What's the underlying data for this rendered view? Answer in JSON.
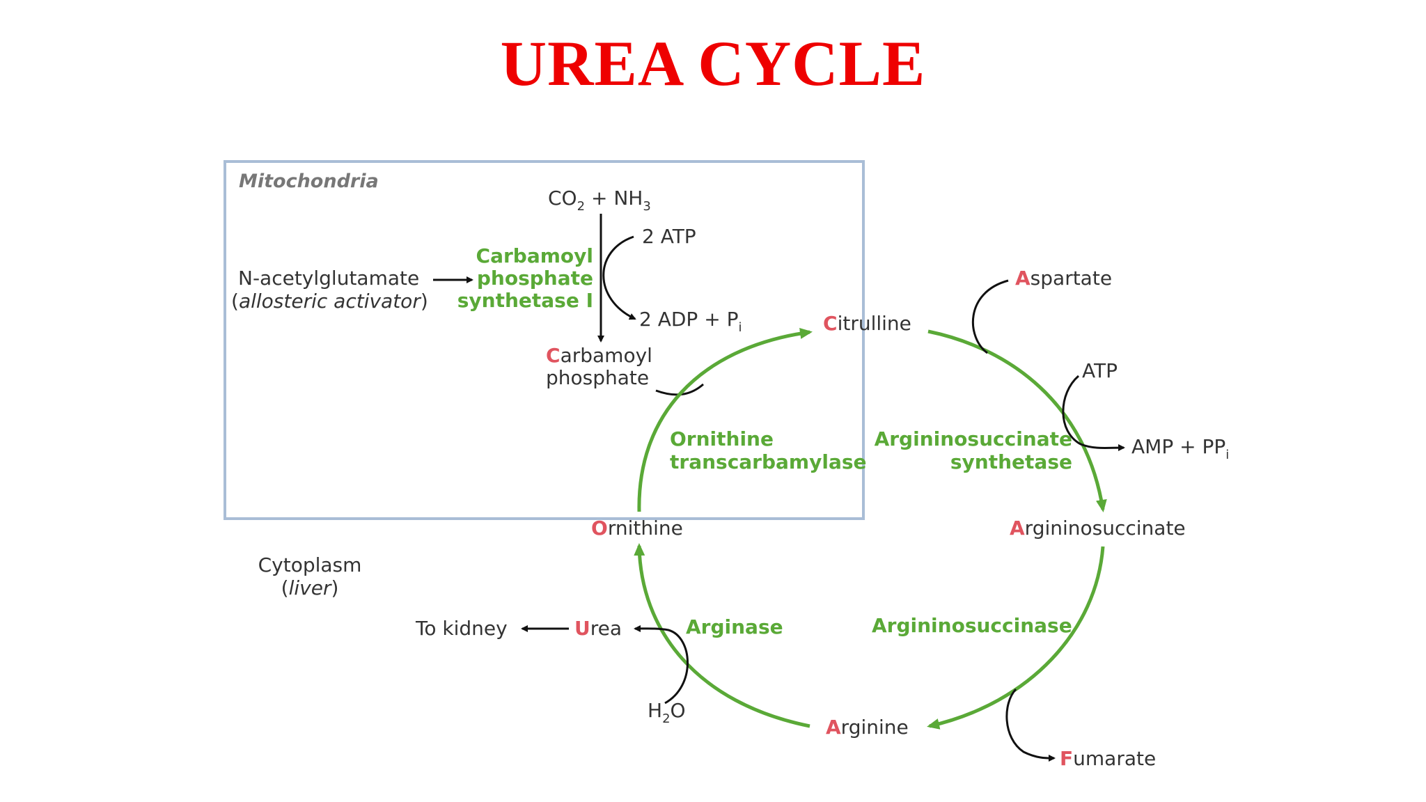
{
  "title": "UREA CYCLE",
  "colors": {
    "title": "#ee0000",
    "enzyme": "#5aa937",
    "cycle_arrow": "#5aa937",
    "compartment_border": "#a9bdd6",
    "first_letter": "#e0545f",
    "text": "#333333"
  },
  "compartments": {
    "mitochondria": "Mitochondria",
    "cytoplasm": "Cytoplasm",
    "cytoplasm_note": "liver"
  },
  "inputs": {
    "co2": "CO",
    "co2_sub": "2",
    "plus": " + ",
    "nh3": "NH",
    "nh3_sub": "3",
    "atp_in": "2 ATP",
    "adp_out": "2 ADP + P",
    "adp_sub": "i"
  },
  "activator": {
    "name": "N-acetylglutamate",
    "note": "allosteric activator"
  },
  "enzymes": {
    "cps1_line1": "Carbamoyl",
    "cps1_line2": "phosphate",
    "cps1_line3": "synthetase I",
    "otc_line1": "Ornithine",
    "otc_line2": "transcarbamylase",
    "ass_line1": "Argininosuccinate",
    "ass_line2": "synthetase",
    "asl": "Argininosuccinase",
    "arginase": "Arginase"
  },
  "metabolites": {
    "carbamoyl_first": "C",
    "carbamoyl_rest": "arbamoyl",
    "carbamoyl_line2": "phosphate",
    "citrulline_first": "C",
    "citrulline_rest": "itrulline",
    "aspartate_first": "A",
    "aspartate_rest": "spartate",
    "atp": "ATP",
    "amp": "AMP + PP",
    "amp_sub": "i",
    "argininosuccinate_first": "A",
    "argininosuccinate_rest": "rgininosuccinate",
    "fumarate_first": "F",
    "fumarate_rest": "umarate",
    "arginine_first": "A",
    "arginine_rest": "rginine",
    "ornithine_first": "O",
    "ornithine_rest": "rnithine",
    "urea_first": "U",
    "urea_rest": "rea",
    "h2o_h": "H",
    "h2o_sub": "2",
    "h2o_o": "O",
    "to_kidney": "To kidney"
  },
  "icons": [
    "arrow-icon"
  ]
}
